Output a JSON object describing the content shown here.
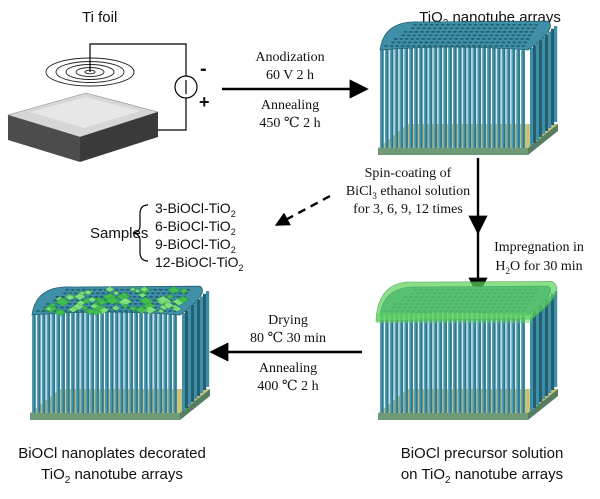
{
  "colors": {
    "tube": "#3f8fa8",
    "tube_dark": "#22606f",
    "tube_light": "#7ec3d6",
    "substrate_top": "#c8c27a",
    "substrate_side": "#6f9a78",
    "foil_top": "#d9d9d9",
    "foil_side": "#555555",
    "precursor": "#5fd35f",
    "plates": "#3fbf4f",
    "arrow": "#000000"
  },
  "labels": {
    "ti_foil": "Ti foil",
    "tio2_arrays": "TiO",
    "tio2_arrays_sub": "2",
    "tio2_arrays_rest": " nanotube arrays",
    "polarity_minus": "-",
    "polarity_plus": "+"
  },
  "step1": {
    "line1": "Anodization",
    "line2": "60 V 2 h",
    "line3": "Annealing",
    "line4": "450 ℃ 2 h"
  },
  "step2": {
    "line1": "Spin-coating of",
    "line2a": "BiCl",
    "line2sub": "3",
    "line2b": " ethanol solution",
    "line3": "for 3, 6, 9, 12 times"
  },
  "step3": {
    "line1": "Impregnation in",
    "line2a": "H",
    "line2sub": "2",
    "line2b": "O for 30 min"
  },
  "step4": {
    "line1": "Drying",
    "line2": "80 ℃ 30 min",
    "line3": "Annealing",
    "line4": "400 ℃ 2 h"
  },
  "samples": {
    "label": "Samples",
    "items": [
      {
        "prefix": "3-BiOCl-TiO",
        "sub": "2"
      },
      {
        "prefix": "6-BiOCl-TiO",
        "sub": "2"
      },
      {
        "prefix": "9-BiOCl-TiO",
        "sub": "2"
      },
      {
        "prefix": "12-BiOCl-TiO",
        "sub": "2"
      }
    ]
  },
  "bottom_left": {
    "line1": "BiOCl nanoplates decorated",
    "line2a": "TiO",
    "line2sub": "2",
    "line2b": " nanotube arrays"
  },
  "bottom_right": {
    "line1": "BiOCl precursor solution",
    "line2a": "on TiO",
    "line2sub": "2",
    "line2b": " nanotube arrays"
  }
}
